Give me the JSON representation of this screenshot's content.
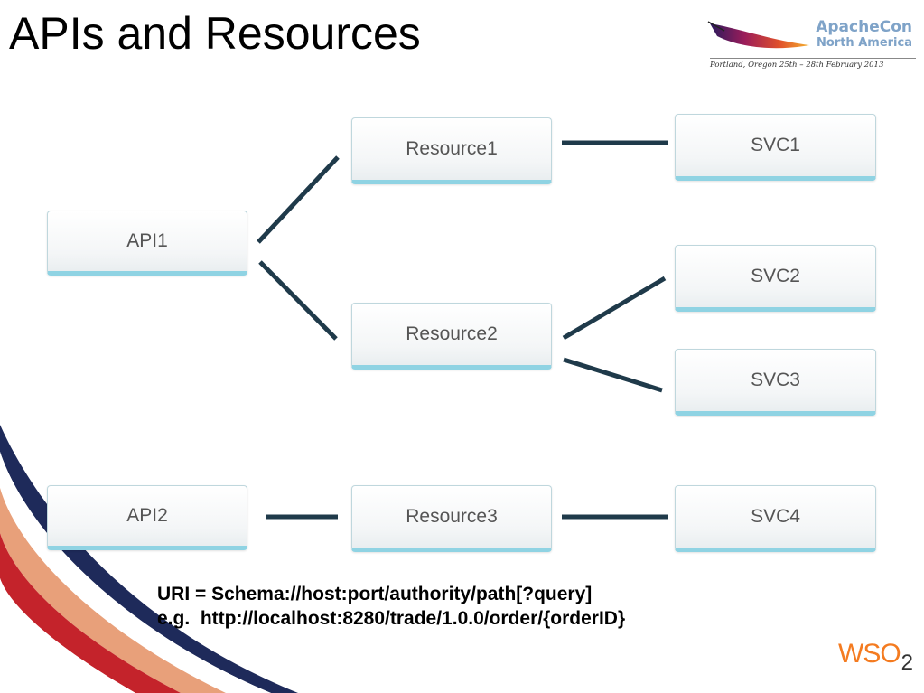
{
  "slide": {
    "title": "APIs and Resources"
  },
  "logo": {
    "apachecon_line1": "ApacheCon",
    "apachecon_line2": "North America",
    "event_date": "Portland, Oregon 25th – 28th February 2013",
    "wso2_text": "WSO",
    "wso2_sub": "2",
    "feather_icon": "apache-feather-icon"
  },
  "colors": {
    "connector": "#1f3a4a",
    "box_accent": "#8fd3e3",
    "wso2_orange": "#f47b20",
    "swoosh_red": "#c4232b",
    "swoosh_navy": "#1e2a5a",
    "swoosh_orange": "#e8a07a"
  },
  "diagram": {
    "nodes": {
      "api1": "API1",
      "api2": "API2",
      "resource1": "Resource1",
      "resource2": "Resource2",
      "resource3": "Resource3",
      "svc1": "SVC1",
      "svc2": "SVC2",
      "svc3": "SVC3",
      "svc4": "SVC4"
    },
    "edges": [
      [
        "API1",
        "Resource1"
      ],
      [
        "API1",
        "Resource2"
      ],
      [
        "Resource1",
        "SVC1"
      ],
      [
        "Resource2",
        "SVC2"
      ],
      [
        "Resource2",
        "SVC3"
      ],
      [
        "API2",
        "Resource3"
      ],
      [
        "Resource3",
        "SVC4"
      ]
    ]
  },
  "uri": {
    "line1": "URI = Schema://host:port/authority/path[?query]",
    "line2": "e.g.  http://localhost:8280/trade/1.0.0/order/{orderID}"
  }
}
